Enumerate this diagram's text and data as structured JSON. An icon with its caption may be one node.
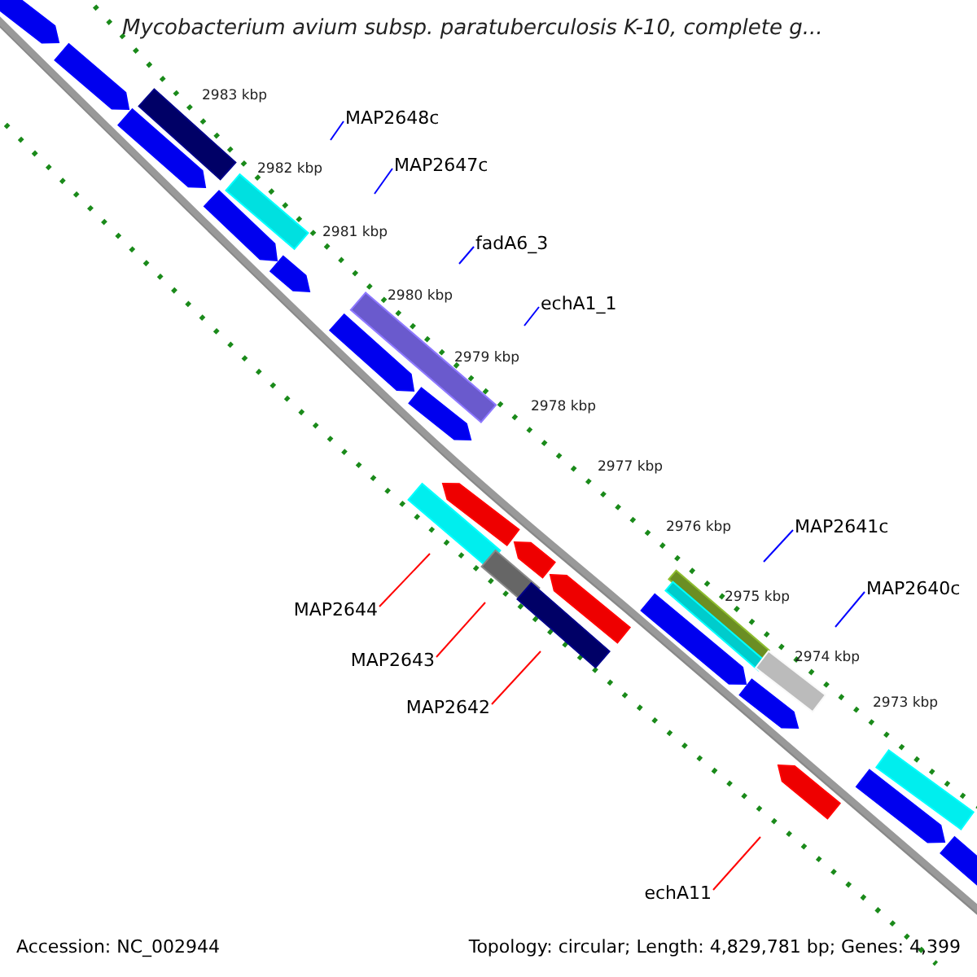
{
  "diagram": {
    "title": "Mycobacterium avium subsp. paratuberculosis K-10, complete g...",
    "nodes": [
      {
        "text": [
          "MAP2648c"
        ]
      },
      {
        "text": [
          "MAP2647c"
        ]
      },
      {
        "text": [
          "fadA6_3"
        ]
      },
      {
        "text": [
          "echA1_1"
        ]
      },
      {
        "text": [
          "MAP2641c"
        ]
      },
      {
        "text": [
          "MAP2640c"
        ]
      },
      {
        "text": [
          "MAP2644"
        ]
      },
      {
        "text": [
          "MAP2643"
        ]
      },
      {
        "text": [
          "MAP2642"
        ]
      },
      {
        "text": [
          "echA11"
        ]
      }
    ],
    "edges": [
      {
        "from": 0,
        "to": null,
        "arrow": "none"
      },
      {
        "from": 1,
        "to": null,
        "arrow": "none"
      },
      {
        "from": 2,
        "to": null,
        "arrow": "none"
      },
      {
        "from": 3,
        "to": null,
        "arrow": "none"
      },
      {
        "from": 4,
        "to": null,
        "arrow": "none"
      },
      {
        "from": 5,
        "to": null,
        "arrow": "none"
      },
      {
        "from": 6,
        "to": null,
        "arrow": "none",
        "color": "#ff0000"
      },
      {
        "from": 7,
        "to": null,
        "arrow": "none",
        "color": "#ff0000"
      },
      {
        "from": 8,
        "to": null,
        "arrow": "none",
        "color": "#ff0000"
      },
      {
        "from": 9,
        "to": null,
        "arrow": "none",
        "color": "#ff0000"
      }
    ],
    "labels": [
      "2983 kbp",
      "2982 kbp",
      "2981 kbp",
      "2980 kbp",
      "2979 kbp",
      "2978 kbp",
      "2977 kbp",
      "2976 kbp",
      "2975 kbp",
      "2974 kbp",
      "2973 kbp",
      "Accession: NC_002944",
      "Topology: circular; Length: 4,829,781 bp; Genes: 4,399"
    ]
  }
}
